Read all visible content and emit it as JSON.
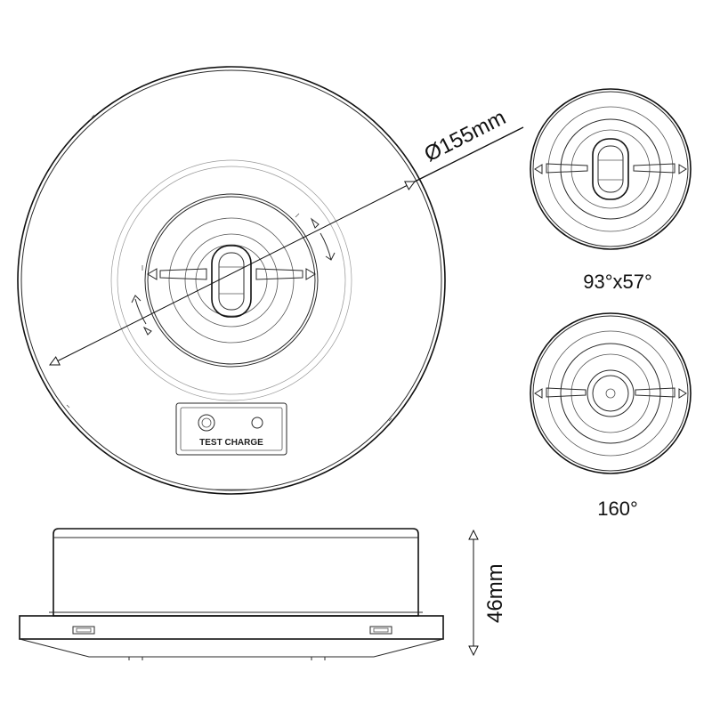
{
  "top_view": {
    "diameter_label": "Ø155mm",
    "panel_label": "TEST CHARGE"
  },
  "side_view": {
    "height_label": "46mm"
  },
  "variants": [
    {
      "label": "93°x57°"
    },
    {
      "label": "160°"
    }
  ]
}
